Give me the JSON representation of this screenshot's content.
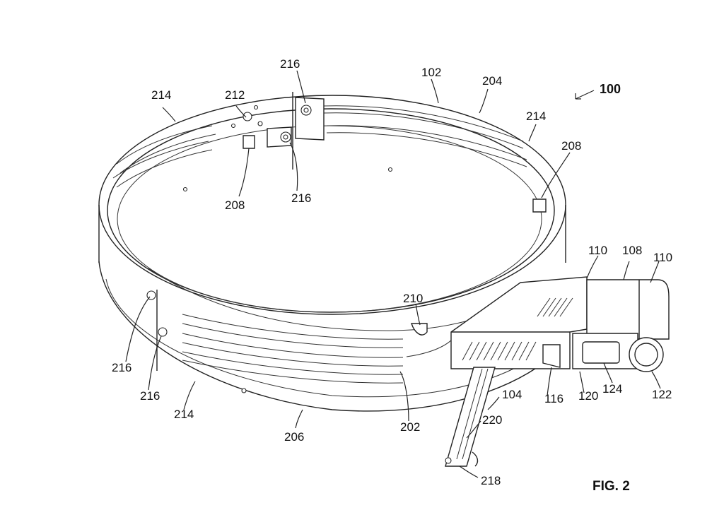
{
  "figure_label": "FIG. 2",
  "assembly_ref": "100",
  "refs": {
    "r102": "102",
    "r104": "104",
    "r108": "108",
    "r110": "110",
    "r116": "116",
    "r120": "120",
    "r122": "122",
    "r124": "124",
    "r202": "202",
    "r204": "204",
    "r206": "206",
    "r208": "208",
    "r210": "210",
    "r212": "212",
    "r214": "214",
    "r216": "216",
    "r218": "218",
    "r220": "220"
  }
}
